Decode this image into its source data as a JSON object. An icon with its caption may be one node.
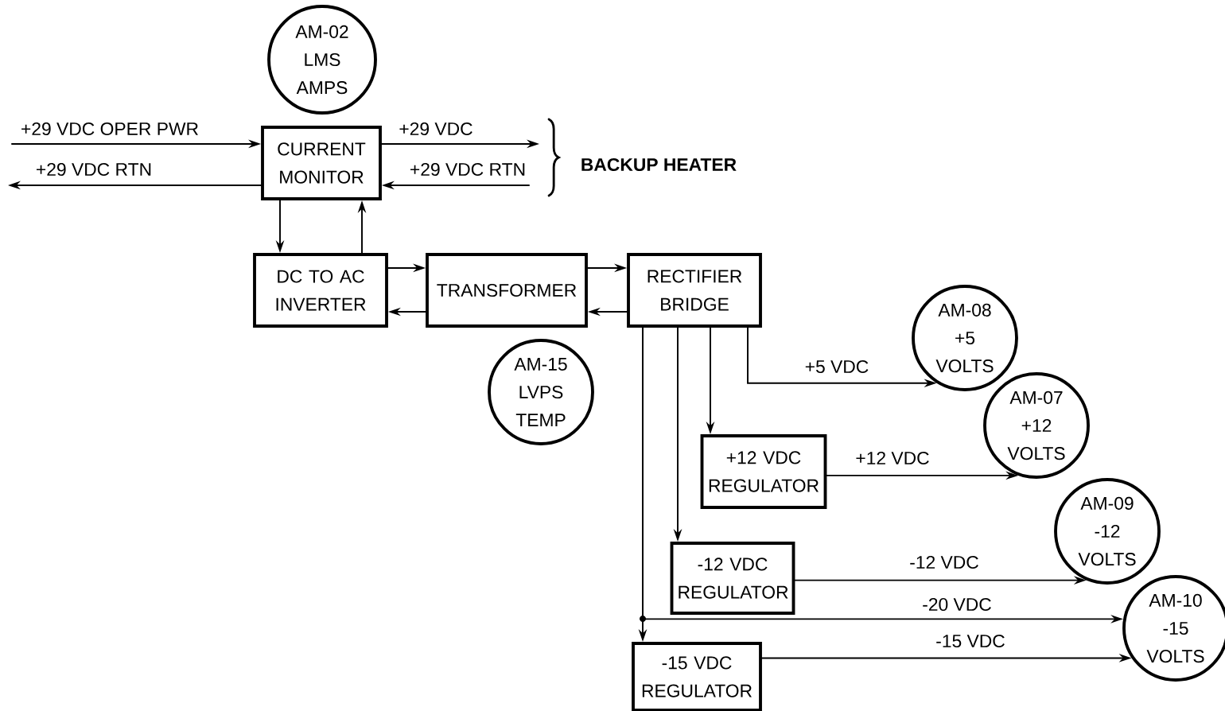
{
  "diagram": {
    "nodes": [
      {
        "text": [
          "AM-02 LMS AMPS"
        ]
      },
      {
        "text": [
          "CURRENT MONITOR"
        ]
      },
      {
        "text": [
          "DC TO AC INVERTER"
        ]
      },
      {
        "text": [
          "TRANSFORMER"
        ]
      },
      {
        "text": [
          "RECTIFIER BRIDGE"
        ]
      },
      {
        "text": [
          "AM-15 LVPS TEMP"
        ]
      },
      {
        "text": [
          "AM-08 +5 VOLTS"
        ]
      },
      {
        "text": [
          "AM-07 +12 VOLTS"
        ]
      },
      {
        "text": [
          "+12 VDC REGULATOR"
        ]
      },
      {
        "text": [
          "AM-09 -12 VOLTS"
        ]
      },
      {
        "text": [
          "-12 VDC REGULATOR"
        ]
      },
      {
        "text": [
          "AM-10 -15 VOLTS"
        ]
      },
      {
        "text": [
          "-15 VDC REGULATOR"
        ]
      }
    ],
    "edges": [
      {
        "from": null,
        "to": 1,
        "arrow": "to",
        "label": "+29 VDC OPER PWR"
      },
      {
        "from": 1,
        "to": null,
        "arrow": "to",
        "label": "+29 VDC RTN"
      },
      {
        "from": 1,
        "to": null,
        "arrow": "to",
        "label": "+29 VDC"
      },
      {
        "from": null,
        "to": 1,
        "arrow": "to",
        "label": "+29 VDC RTN"
      },
      {
        "from": 1,
        "to": 2,
        "arrow": "to"
      },
      {
        "from": 2,
        "to": 1,
        "arrow": "to"
      },
      {
        "from": 2,
        "to": 3,
        "arrow": "to"
      },
      {
        "from": 3,
        "to": 2,
        "arrow": "to"
      },
      {
        "from": 3,
        "to": 4,
        "arrow": "to"
      },
      {
        "from": 4,
        "to": 3,
        "arrow": "to"
      },
      {
        "from": 4,
        "to": 6,
        "arrow": "to",
        "label": "+5 VDC"
      },
      {
        "from": 4,
        "to": 8,
        "arrow": "to"
      },
      {
        "from": 4,
        "to": 10,
        "arrow": "to"
      },
      {
        "from": 4,
        "to": 12,
        "arrow": "to"
      },
      {
        "from": 4,
        "to": 11,
        "arrow": "to",
        "label": "-20 VDC"
      },
      {
        "from": 8,
        "to": 7,
        "arrow": "to",
        "label": "+12 VDC"
      },
      {
        "from": 10,
        "to": 9,
        "arrow": "to",
        "label": "-12 VDC"
      },
      {
        "from": 12,
        "to": 11,
        "arrow": "to",
        "label": "-15 VDC"
      }
    ],
    "labels": [
      "BACKUP HEATER"
    ]
  }
}
